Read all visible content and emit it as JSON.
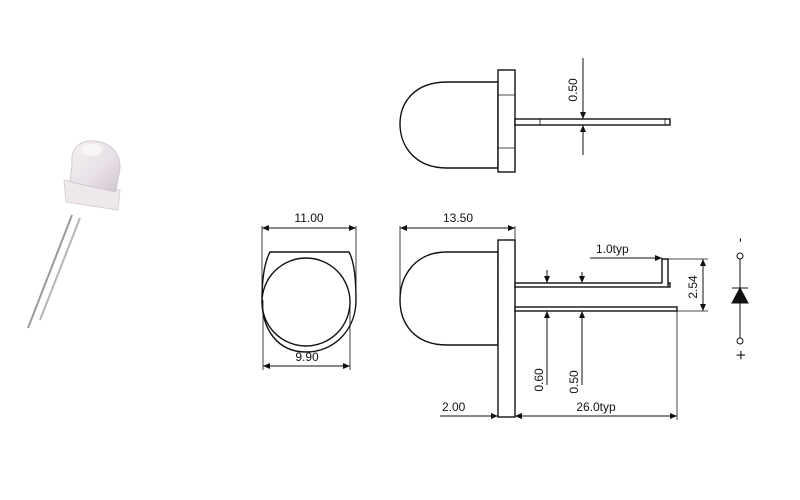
{
  "dimensions": {
    "top_lead_thickness": "0.50",
    "front_outer_diameter": "11.00",
    "front_inner_diameter": "9.90",
    "side_body_length": "13.50",
    "lead_bend": "1.0typ",
    "lead_pitch": "2.54",
    "lead_width": "0.60",
    "lead_thickness": "0.50",
    "flange_thickness": "2.00",
    "lead_length": "26.0typ"
  },
  "polarity": {
    "cathode_mark": "-",
    "anode_mark": "+"
  },
  "colors": {
    "line": "#111111",
    "led_body": "#f3eef2",
    "led_shade": "#d9cfd6"
  }
}
